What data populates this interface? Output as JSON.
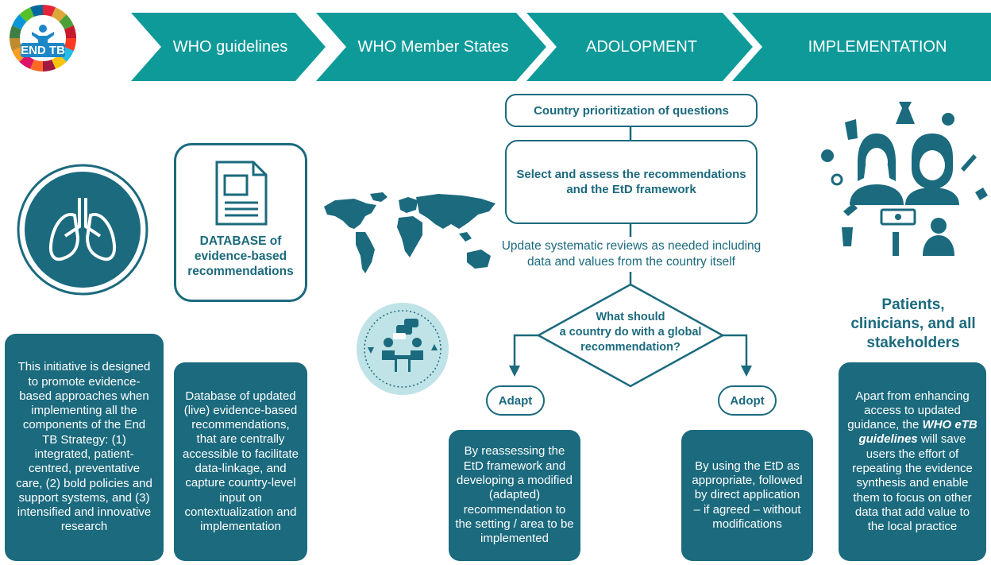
{
  "logo": {
    "text": "END TB"
  },
  "header": {
    "steps": [
      {
        "label": "WHO guidelines"
      },
      {
        "label": "WHO Member States"
      },
      {
        "label": "ADOLOPMENT"
      },
      {
        "label": "IMPLEMENTATION"
      }
    ]
  },
  "database": {
    "title_line1": "DATABASE of",
    "title_line2": "evidence-based",
    "title_line3": "recommendations"
  },
  "adolopment": {
    "prioritization": "Country prioritization of questions",
    "select_line1": "Select and assess the recommendations",
    "select_line2": "and the EtD framework",
    "update_line1": "Update systematic reviews as needed including",
    "update_line2": "data and values from the country itself",
    "decision_line1": "What should",
    "decision_line2": "a country do with a global",
    "decision_line3": "recommendation?",
    "adapt": "Adapt",
    "adopt": "Adopt"
  },
  "stakeholders": {
    "line1": "Patients,",
    "line2": "clinicians, and all",
    "line3": "stakeholders"
  },
  "panels": {
    "initiative": "This initiative is designed to promote evidence-based approaches when implementing all the components of the End TB Strategy: (1) integrated, patient-centred, preventative care, (2) bold policies and support systems, and (3) intensified and innovative research",
    "database": "Database of updated (live) evidence-based recommendations, that are centrally accessible to facilitate data-linkage, and capture country-level input on contextualization and implementation",
    "adapt": "By reassessing the EtD framework and developing a modified (adapted) recommendation to the setting / area to be implemented",
    "adopt": "By using the EtD as appropriate, followed by direct application – if agreed – without modifications",
    "implementation_pre": "Apart from enhancing access to updated guidance, the ",
    "implementation_em": "WHO eTB guidelines",
    "implementation_post": " will save users the effort of repeating the evidence synthesis and enable them to focus on other data that add value to the local practice"
  },
  "colors": {
    "teal": "#1b6a7e",
    "chevron": "#0f9a9a",
    "light_teal": "#bfe3e6"
  }
}
